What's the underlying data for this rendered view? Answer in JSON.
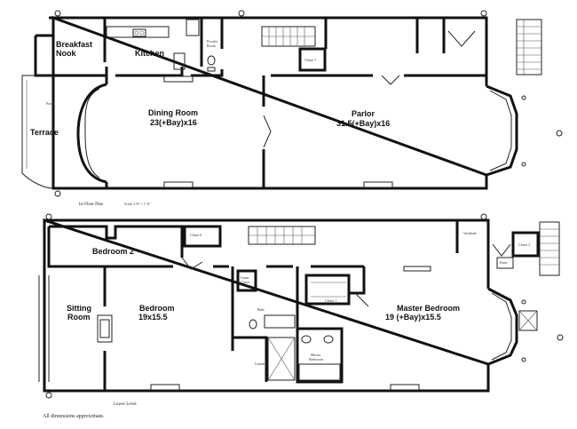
{
  "rooms_first_floor": {
    "breakfast_nook": [
      "Breakfast",
      "Nook"
    ],
    "kitchen": "Kitchen",
    "powder_room": [
      "Powder",
      "Room"
    ],
    "closet_first": "Closet 7",
    "porch": "Porch",
    "terrace": "Terrace",
    "dining_room": [
      "Dining Room",
      "23(+Bay)x16"
    ],
    "parlor": [
      "Parlor",
      "31.5(+Bay)x16"
    ]
  },
  "caption_first": "1st Floor Plan",
  "scale_note": "Scale: 1/8\" = 1'-0\"",
  "rooms_lower": {
    "bedroom_2": "Bedroom 2",
    "closet_6": "Closet 6",
    "sitting_room": [
      "Sitting",
      "Room"
    ],
    "bedroom": [
      "Bedroom",
      "19x15.5"
    ],
    "linen_closet": [
      "Linen",
      "Closet"
    ],
    "bath": "Bath",
    "laundry": "Laundry",
    "master_bath": [
      "Master",
      "Bathroom"
    ],
    "closet_1": "Closet 1",
    "vestibule": "Vestibule",
    "closet_5": "Closet 5",
    "entry": "Entry",
    "master_bedroom": [
      "Master Bedroom",
      "19 (+Bay)x15.5"
    ]
  },
  "caption_lower": "Lower Level",
  "footnote": "All dimensions approximate."
}
